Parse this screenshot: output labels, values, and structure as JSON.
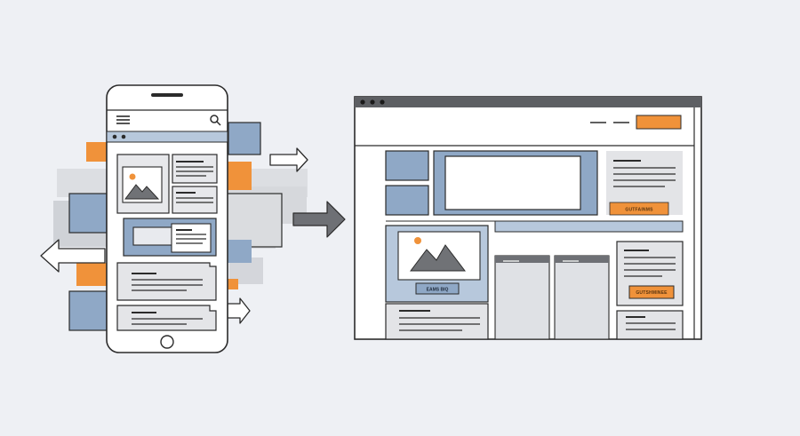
{
  "colors": {
    "background": "#eef0f4",
    "outline": "#2b2b2b",
    "blue": "#8fa8c6",
    "blue_light": "#b7c8dc",
    "orange": "#f0923a",
    "gray": "#cdd0d6",
    "gray_light": "#dfe1e5",
    "window_bar": "#5d5f63",
    "white": "#ffffff",
    "arrow_fill": "#6e7075"
  },
  "icons": {
    "menu": "hamburger-menu-icon",
    "search": "search-icon",
    "image": "mountain-image-icon",
    "home_button": "home-button-icon",
    "arrow": "arrow-icon"
  },
  "desktop": {
    "hero_button_label": "EAMS BIQ",
    "promo_button_label": "GUTFAINMS",
    "sidebar_button_label": "GUTSHMINEE"
  }
}
